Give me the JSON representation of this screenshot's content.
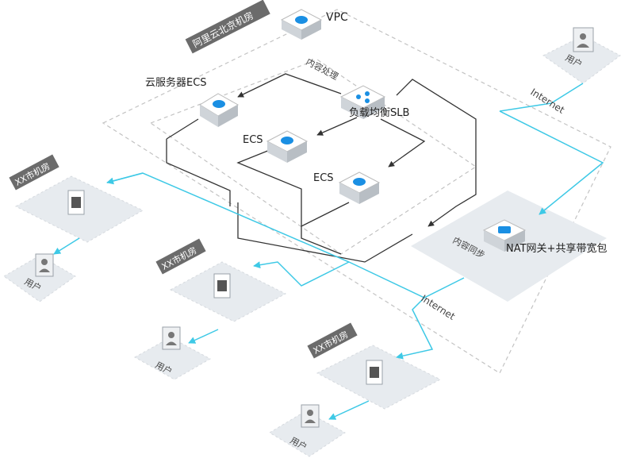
{
  "diagram": {
    "regions": {
      "aliyun_beijing": "阿里云北京机房",
      "content_processing": "内容处理",
      "content_sync": "内容同步"
    },
    "nodes": {
      "vpc": "VPC",
      "cloud_ecs": "云服务器ECS",
      "slb": "负载均衡SLB",
      "ecs_1": "ECS",
      "ecs_2": "ECS",
      "nat": "NAT网关+共享带宽包"
    },
    "datacenter_tag": "XX市机房",
    "user": "用户",
    "internet": "Internet",
    "icons": {
      "cloud": "cloud-server-icon",
      "slb": "load-balancer-icon",
      "nat": "nat-gateway-icon",
      "rack": "server-rack-icon",
      "user": "user-icon"
    },
    "colors": {
      "link": "#3ec9e6",
      "icon": "#1a8fe3",
      "tag_bg": "#6b6b6b",
      "region_fill": "#e7ebef",
      "box_top": "#ffffff",
      "box_side": "#cfd4d9"
    }
  }
}
